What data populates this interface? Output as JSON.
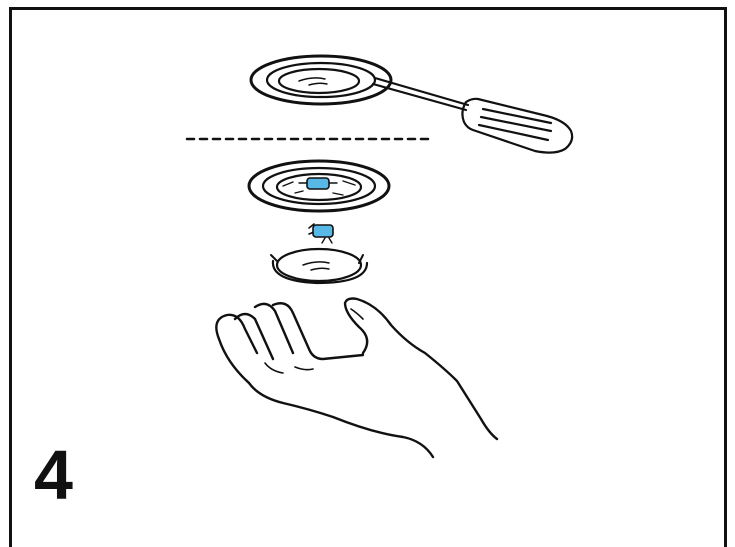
{
  "step": {
    "number": "4"
  },
  "colors": {
    "outline": "#111111",
    "bulb_blue": "#58b8e6",
    "background": "#ffffff"
  },
  "figure": {
    "parts": [
      "lens-cover-removed-with-screwdriver",
      "light-fixture-housing",
      "bulb",
      "lens-cover",
      "open-hand"
    ]
  }
}
